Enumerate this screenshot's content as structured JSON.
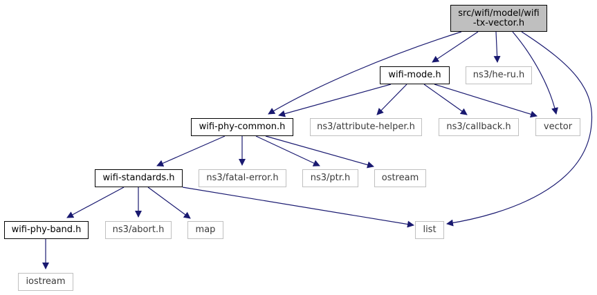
{
  "nodes": {
    "root": {
      "label": "src/wifi/model/wifi-tx-vector.h",
      "line1": "src/wifi/model/wifi",
      "line2": "-tx-vector.h"
    },
    "wifi_mode": {
      "label": "wifi-mode.h"
    },
    "he_ru": {
      "label": "ns3/he-ru.h"
    },
    "wifi_phy_common": {
      "label": "wifi-phy-common.h"
    },
    "attribute_helper": {
      "label": "ns3/attribute-helper.h"
    },
    "callback": {
      "label": "ns3/callback.h"
    },
    "vector": {
      "label": "vector"
    },
    "wifi_standards": {
      "label": "wifi-standards.h"
    },
    "fatal_error": {
      "label": "ns3/fatal-error.h"
    },
    "ptr": {
      "label": "ns3/ptr.h"
    },
    "ostream": {
      "label": "ostream"
    },
    "wifi_phy_band": {
      "label": "wifi-phy-band.h"
    },
    "abort": {
      "label": "ns3/abort.h"
    },
    "map": {
      "label": "map"
    },
    "list": {
      "label": "list"
    },
    "iostream": {
      "label": "iostream"
    }
  },
  "edges": [
    {
      "from": "root",
      "to": "wifi_mode"
    },
    {
      "from": "root",
      "to": "he_ru"
    },
    {
      "from": "root",
      "to": "wifi_phy_common"
    },
    {
      "from": "root",
      "to": "vector"
    },
    {
      "from": "root",
      "to": "list"
    },
    {
      "from": "wifi_mode",
      "to": "wifi_phy_common"
    },
    {
      "from": "wifi_mode",
      "to": "attribute_helper"
    },
    {
      "from": "wifi_mode",
      "to": "callback"
    },
    {
      "from": "wifi_mode",
      "to": "vector"
    },
    {
      "from": "wifi_phy_common",
      "to": "wifi_standards"
    },
    {
      "from": "wifi_phy_common",
      "to": "fatal_error"
    },
    {
      "from": "wifi_phy_common",
      "to": "ptr"
    },
    {
      "from": "wifi_phy_common",
      "to": "ostream"
    },
    {
      "from": "wifi_standards",
      "to": "wifi_phy_band"
    },
    {
      "from": "wifi_standards",
      "to": "abort"
    },
    {
      "from": "wifi_standards",
      "to": "map"
    },
    {
      "from": "wifi_standards",
      "to": "list"
    },
    {
      "from": "wifi_phy_band",
      "to": "iostream"
    }
  ],
  "colors": {
    "edge": "#191970",
    "root_fill": "#bfbfbf",
    "doc_border": "#000000",
    "ext_border": "#bfbfbf",
    "ext_text": "#3a3a3a"
  }
}
